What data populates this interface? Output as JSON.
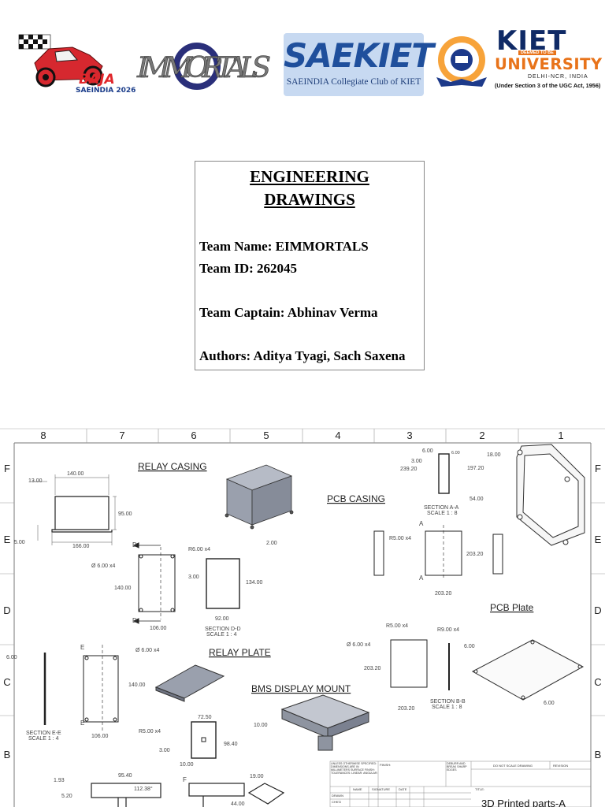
{
  "header": {
    "baja_logo": {
      "word": "BAJA",
      "edition": "SAEINDIA 2026"
    },
    "team_logo": {
      "text": "IMMORTALS"
    },
    "sae_logo": {
      "big": "SAEKIET",
      "sub": "SAEINDIA Collegiate Club of KIET"
    },
    "kiet_logo": {
      "name": "KIET",
      "tag": "DEEMED TO BE",
      "university": "UNIVERSITY",
      "location": "DELHI-NCR, INDIA",
      "ugc": "(Under Section 3 of the UGC Act, 1956)"
    }
  },
  "title_box": {
    "title_line1": "ENGINEERING",
    "title_line2": "DRAWINGS",
    "team_name": "Team Name: EIMMORTALS",
    "team_id": "Team ID: 262045",
    "captain": "Team Captain: Abhinav Verma",
    "authors": "Authors: Aditya Tyagi, Sach Saxena"
  },
  "drawing": {
    "col_labels": [
      "8",
      "7",
      "6",
      "5",
      "4",
      "3",
      "2",
      "1"
    ],
    "row_labels": [
      "F",
      "E",
      "D",
      "C",
      "B"
    ],
    "titles": {
      "relay_casing": "RELAY CASING",
      "pcb_casing": "PCB CASING",
      "pcb_plate": "PCB Plate",
      "relay_plate": "RELAY PLATE",
      "bms_display_mount": "BMS DISPLAY MOUNT"
    },
    "sections": {
      "aa": [
        "SECTION A-A",
        "SCALE 1 : 8"
      ],
      "bb": [
        "SECTION B-B",
        "SCALE 1 : 8"
      ],
      "dd": [
        "SECTION D-D",
        "SCALE 1 : 4"
      ],
      "ee": [
        "SECTION E-E",
        "SCALE 1 : 4"
      ]
    },
    "dims": {
      "d140": "140.00",
      "d13": "13.00",
      "d95": "95.00",
      "d5": "5.00",
      "d166": "166.00",
      "r6x4": "R6.00 x4",
      "d2": "2.00",
      "phi6x4": "Ø 6.00 x4",
      "d3": "3.00",
      "d134": "134.00",
      "d92": "92.00",
      "d106": "106.00",
      "d6": "6.00",
      "d239": "239.20",
      "d18": "18.00",
      "d197": "197.20",
      "d54": "54.00",
      "r5x4": "R5.00 x4",
      "d2032": "203.20",
      "r9x4": "R9.00 x4",
      "d7250": "72.50",
      "d10": "10.00",
      "d9840": "98.40",
      "d9540": "95.40",
      "d193": "1.93",
      "d520": "5.20",
      "ang": "112.38°",
      "d19": "19.00",
      "d44": "44.00"
    },
    "title_block": {
      "notes": "UNLESS OTHERWISE SPECIFIED: DIMENSIONS ARE IN MILLIMETERS SURFACE FINISH: TOLERANCES: LINEAR: ANGULAR:",
      "finish": "FINISH:",
      "deburr": "DEBURR AND BREAK SHARP EDGES",
      "dnsd": "DO NOT SCALE DRAWING",
      "revision": "REVISION",
      "col_name": "NAME",
      "col_sig": "SIGNATURE",
      "col_date": "DATE",
      "rows": [
        "DRAWN",
        "CHK'D"
      ],
      "title_label": "TITLE:",
      "sheet_title": "3D Printed parts-A"
    }
  }
}
